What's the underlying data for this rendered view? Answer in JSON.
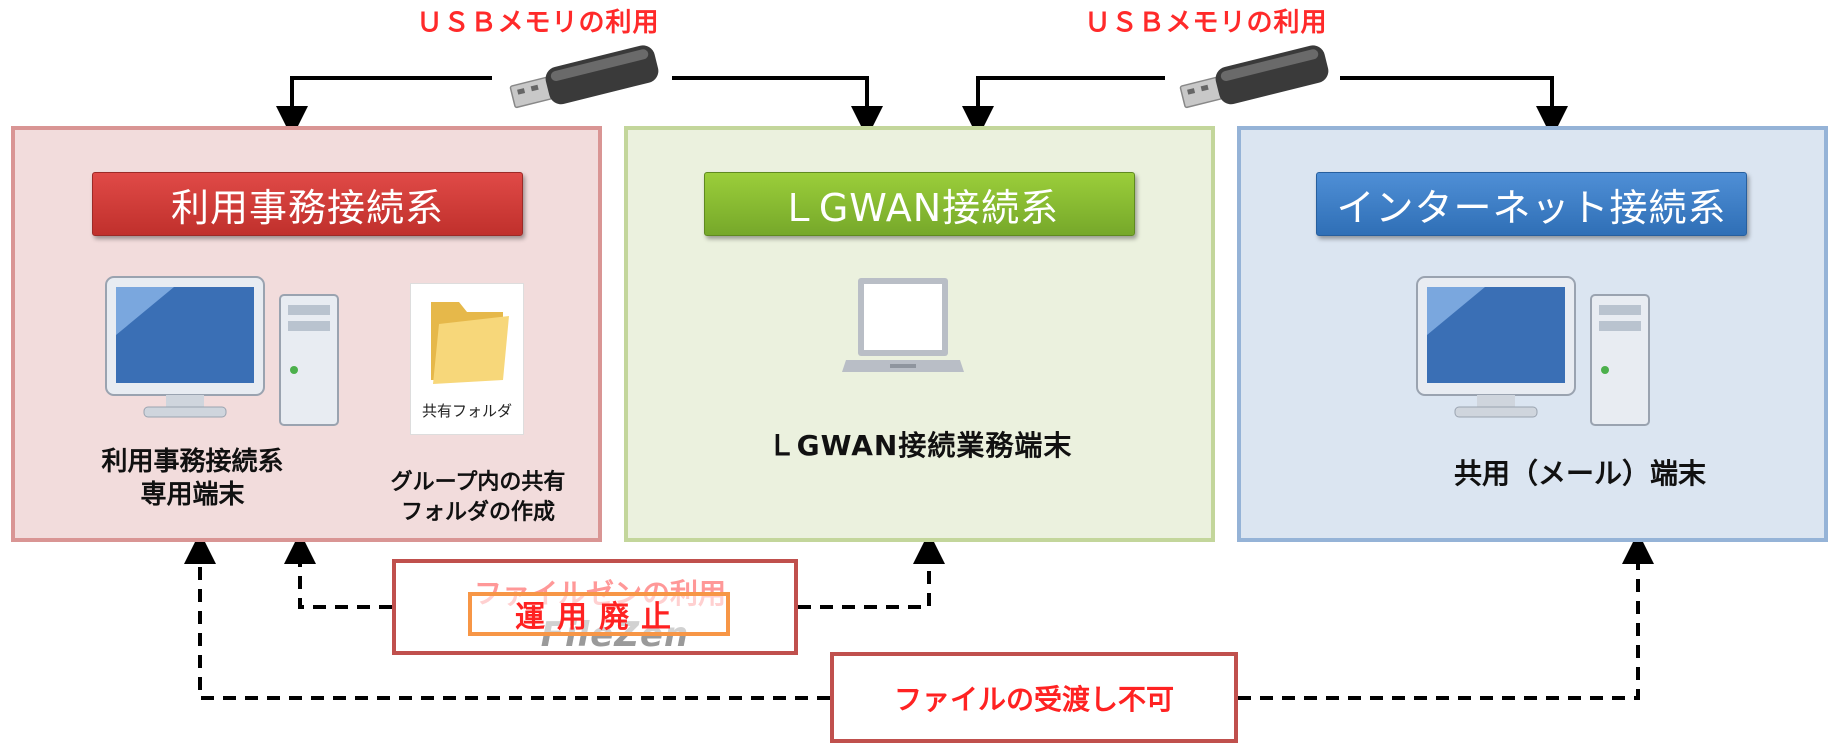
{
  "usb": {
    "left_label": "ＵＳＢメモリの利用",
    "right_label": "ＵＳＢメモリの利用",
    "icon": "usb-stick-icon"
  },
  "zones": {
    "left": {
      "title": "利用事務接続系",
      "terminal_caption_line1": "利用事務接続系",
      "terminal_caption_line2": "専用端末",
      "folder_icon_label": "共有フォルダ",
      "folder_caption_line1": "グループ内の共有",
      "folder_caption_line2": "フォルダの作成"
    },
    "middle": {
      "title": "ＬGWAN接続系",
      "terminal_caption": "ＬGWAN接続業務端末"
    },
    "right": {
      "title": "インターネット接続系",
      "terminal_caption": "共用（メール）端末"
    }
  },
  "filezen": {
    "title": "ファイルゼンの利用",
    "logo_text": "FileZen",
    "stamp": "運用廃止"
  },
  "no_transfer": {
    "label": "ファイルの受渡し不可"
  },
  "colors": {
    "red_zone": "#f2dcdc",
    "green_zone": "#ebf1de",
    "blue_zone": "#dbe5f1",
    "accent_red": "#ff2222",
    "stamp_border": "#f79646"
  }
}
